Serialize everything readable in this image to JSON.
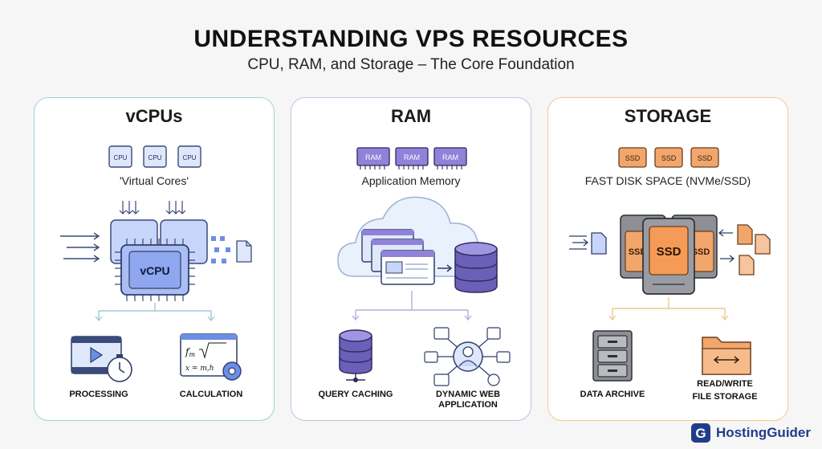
{
  "header": {
    "title": "UNDERSTANDING VPS RESOURCES",
    "subtitle": "CPU, RAM, and Storage – The Core Foundation"
  },
  "colors": {
    "vcpu_border": "#9fd0d8",
    "ram_border": "#c7bfe0",
    "storage_border": "#f0c98e",
    "cpu_chip": "#9fb6f0",
    "ram_stick": "#8f82d9",
    "ssd": "#f2a66c",
    "accent_blue": "#6b8ee6"
  },
  "panels": {
    "vcpu": {
      "title": "vCPUs",
      "chip_label": "CPU",
      "caption": "'Virtual Cores'",
      "core_label": "vCPU",
      "formula_main": "f",
      "formula_sub": "m",
      "formula_line2": "x = m",
      "formula_line2_b": "h",
      "label_left": "PROCESSING",
      "label_right": "CALCULATION"
    },
    "ram": {
      "title": "RAM",
      "stick_label": "RAM",
      "caption": "Application Memory",
      "label_left": "QUERY CACHING",
      "label_right_1": "DYNAMIC WEB",
      "label_right_2": "APPLICATION"
    },
    "storage": {
      "title": "STORAGE",
      "ssd_label": "SSD",
      "caption": "FAST DISK SPACE (NVMe/SSD)",
      "label_left": "DATA ARCHIVE",
      "label_right_1": "READ/WRITE",
      "label_right_2": "FILE STORAGE"
    }
  },
  "brand": {
    "logo_mark": "G",
    "name": "HostingGuider"
  }
}
